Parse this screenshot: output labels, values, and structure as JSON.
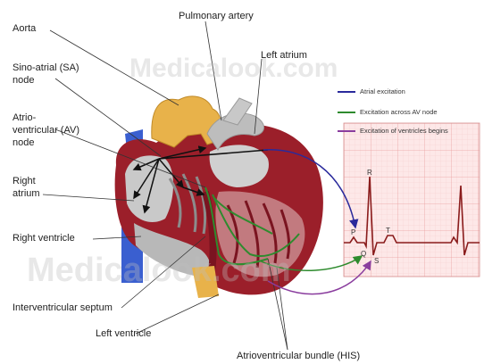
{
  "labels": {
    "aorta": "Aorta",
    "pulmonary_artery": "Pulmonary artery",
    "left_atrium": "Left atrium",
    "sa_node_1": "Sino-atrial (SA)",
    "sa_node_2": "node",
    "av_node_1": "Atrio-",
    "av_node_2": "ventricular (AV)",
    "av_node_3": "node",
    "right_atrium_1": "Right",
    "right_atrium_2": "atrium",
    "right_ventricle": "Right ventricle",
    "septum": "Interventricular septum",
    "left_ventricle": "Left ventricle",
    "his_bundle": "Atrioventricular bundle (HIS)"
  },
  "legend": {
    "items": [
      {
        "label": "Atrial excitation",
        "color": "#2a2a9c"
      },
      {
        "label": "Excitation across AV node",
        "color": "#2e8b2e"
      },
      {
        "label": "Excitation of ventricles begins",
        "color": "#8a3d9e"
      }
    ]
  },
  "ecg": {
    "p": "P",
    "q": "Q",
    "r": "R",
    "s": "S",
    "t": "T"
  },
  "watermarks": [
    "Medicalook.com",
    "Medicalook.com"
  ],
  "colors": {
    "myocardium": "#9b1f2a",
    "aorta": "#e8b24a",
    "vena_cava": "#3a5fd0",
    "ecg_grid": "#f2b9b9",
    "ecg_trace": "#8a1c1c"
  }
}
